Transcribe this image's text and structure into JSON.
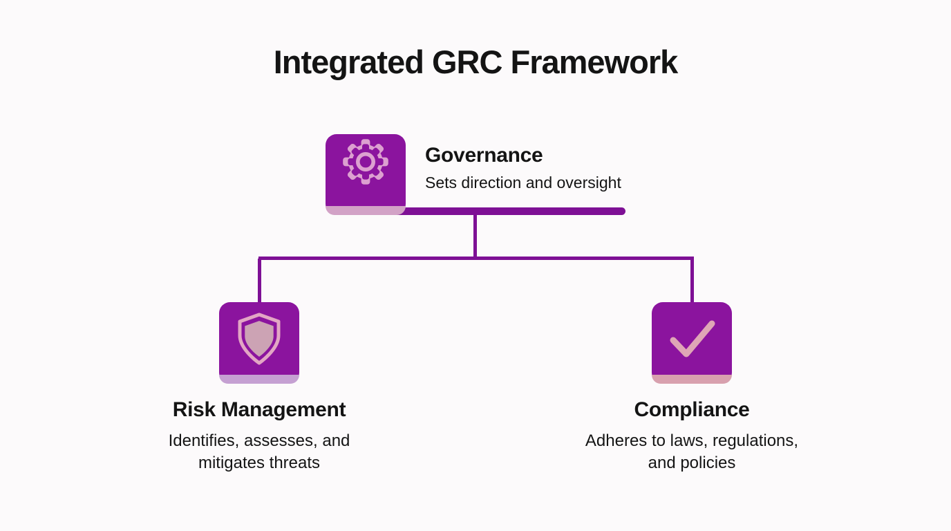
{
  "title": "Integrated GRC Framework",
  "colors": {
    "background": "#FCFAFB",
    "tile-purple": "#8B149E",
    "line-purple": "#7E1095",
    "text-dark": "#141414",
    "gear-pink": "#DCA0D0",
    "governance-strip": "#D2A2C6",
    "shield-pink": "#E2A6C4",
    "shield-fill": "#CCA3B4",
    "risk-strip": "#C5A0D2",
    "check-pink": "#DFA6B6",
    "compliance-strip": "#D8A0AE"
  },
  "nodes": {
    "governance": {
      "label": "Governance",
      "description": "Sets direction and oversight",
      "icon": "gear-icon"
    },
    "risk": {
      "label": "Risk Management",
      "description": "Identifies, assesses, and mitigates threats",
      "icon": "shield-icon"
    },
    "compliance": {
      "label": "Compliance",
      "description": "Adheres to laws, regulations, and policies",
      "icon": "check-icon"
    }
  }
}
